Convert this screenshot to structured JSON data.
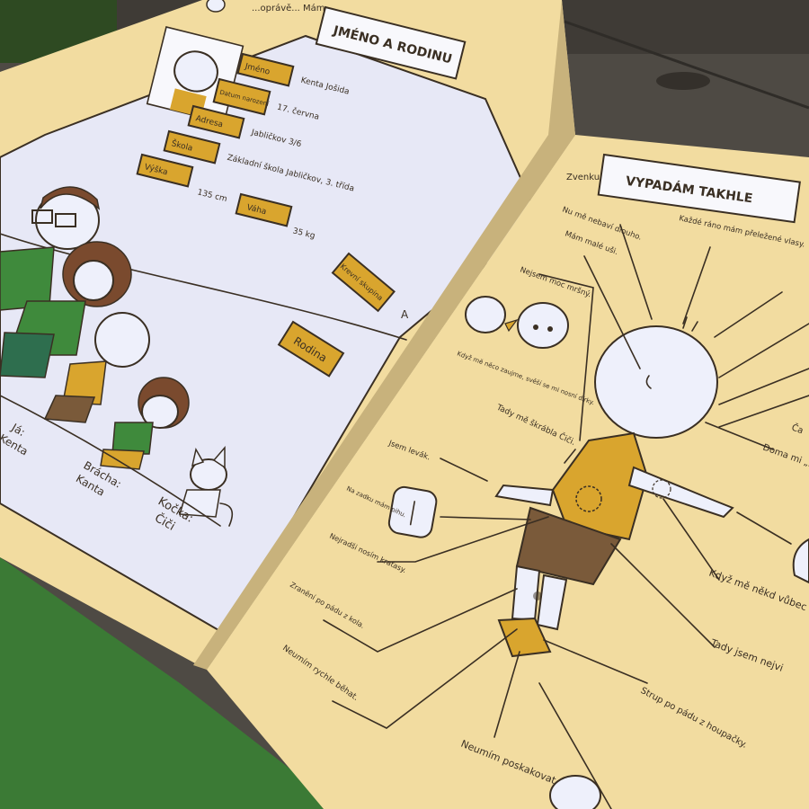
{
  "left_page": {
    "top_fragment": "...oprávě... Mám",
    "title": "JMÉNO A RODINU",
    "fields": [
      {
        "label": "Jméno",
        "value": "Kenta Jošida"
      },
      {
        "label": "Datum narození",
        "value": "17. června"
      },
      {
        "label": "Adresa",
        "value": "Jabličkov 3/6"
      },
      {
        "label": "Škola",
        "value": "Základní škola Jabličkov, 3. třída"
      },
      {
        "label": "Výška",
        "value": "135 cm"
      },
      {
        "label": "Váha",
        "value": "35 kg"
      },
      {
        "label": "Krevní skupina",
        "value": "A"
      }
    ],
    "family_box": "Rodina",
    "captions": [
      {
        "line1": "Já:",
        "line2": "Kenta"
      },
      {
        "line1": "Brácha:",
        "line2": "Kanta"
      },
      {
        "line1": "Kočka:",
        "line2": "Čiči"
      }
    ]
  },
  "right_page": {
    "corner_label": "Zvenku",
    "title": "VYPADÁM TAKHLE",
    "annotations": [
      "Nu mě nebaví dlouho.",
      "Každé ráno mám přeležené vlasy.",
      "Mám malé uši.",
      "Nejsem moc mršný.",
      "Když mě něco zaujme, svěší se mi nosní dírky.",
      "Tady mě škrábla Čiči.",
      "Jsem levák.",
      "Na zadku mám pihu.",
      "Nejradši nosím kraťasy.",
      "Zranění po pádu z kola.",
      "Neumím rychle běhat.",
      "Neumím poskakovat.",
      "Strup po pádu z houpačky.",
      "Tady jsem nejvi",
      "Když mě někd vůbec to n",
      "Doma mi „Mebro",
      "Ča"
    ]
  },
  "colors": {
    "table": "#4e4a44",
    "paper": "#f2dca0",
    "page_blue": "#e7e8f6",
    "label_box": "#d9a52e",
    "ink": "#3a2f23",
    "green_shirt": "#3f8a3c"
  }
}
